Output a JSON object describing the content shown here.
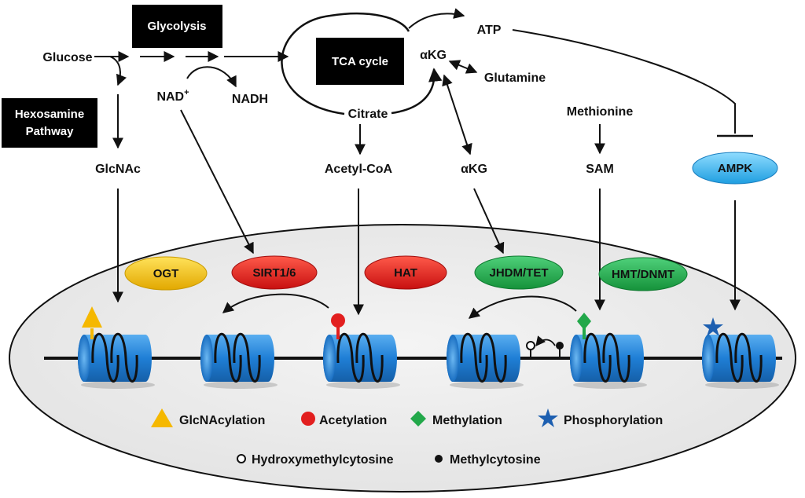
{
  "boxes": {
    "glycolysis": "Glycolysis",
    "hexosamine_line1": "Hexosamine",
    "hexosamine_line2": "Pathway",
    "tca": "TCA cycle"
  },
  "metabolites": {
    "glucose": "Glucose",
    "nad": "NAD",
    "nad_sup": "+",
    "nadh": "NADH",
    "atp": "ATP",
    "akg_top": "αKG",
    "glutamine": "Glutamine",
    "citrate": "Citrate",
    "methionine": "Methionine",
    "glcnac": "GlcNAc",
    "acetyl_coa": "Acetyl-CoA",
    "akg": "αKG",
    "sam": "SAM"
  },
  "enzymes": {
    "ampk": "AMPK",
    "ogt": "OGT",
    "sirt": "SIRT1/6",
    "hat": "HAT",
    "jhdm": "JHDM/TET",
    "hmt": "HMT/DNMT"
  },
  "legend": {
    "glcnacylation": "GlcNAcylation",
    "acetylation": "Acetylation",
    "methylation": "Methylation",
    "phosphorylation": "Phosphorylation",
    "hydroxymethylcytosine": "Hydroxymethylcytosine",
    "methylcytosine": "Methylcytosine"
  },
  "colors": {
    "nucleosome": "#1f7fd6",
    "ogt": "#f4c400",
    "sirt": "#e21f1f",
    "hat": "#e21f1f",
    "jhdm": "#22a84a",
    "hmt": "#22a84a",
    "ampk": "#3db4ef",
    "glcnacylation_mark": "#f5b800",
    "acetylation_mark": "#e21f1f",
    "methylation_mark": "#22a84a",
    "phosphorylation_mark": "#1d5fb0"
  }
}
